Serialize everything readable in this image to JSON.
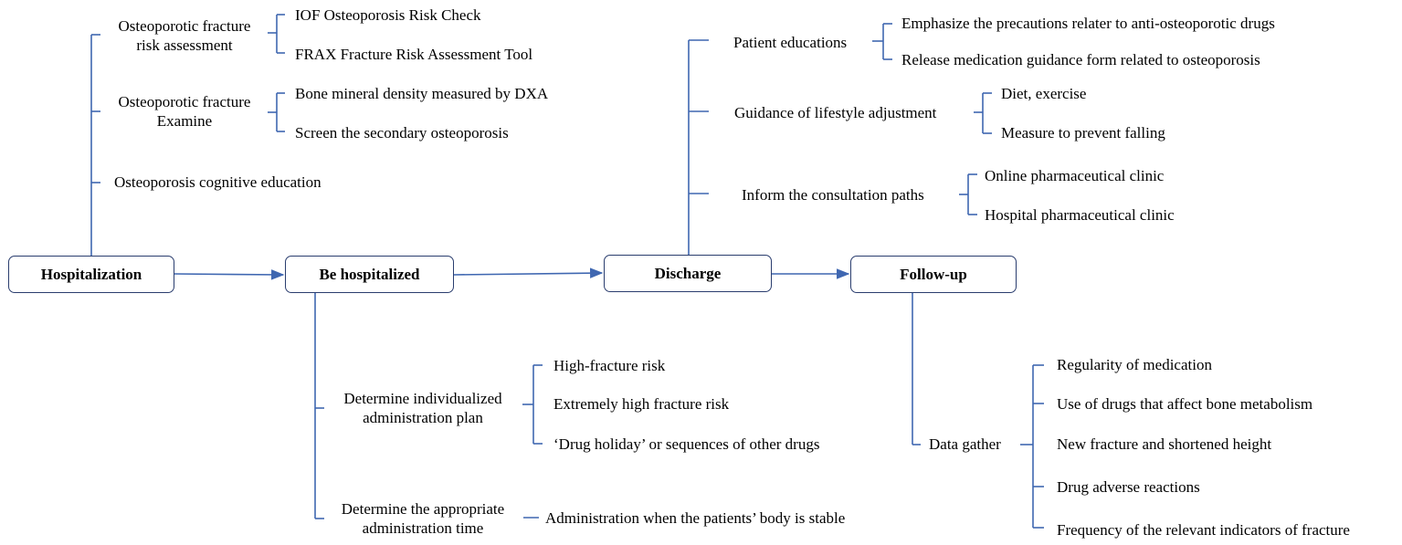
{
  "stages": {
    "hospitalization": "Hospitalization",
    "be_hospitalized": "Be hospitalized",
    "discharge": "Discharge",
    "follow_up": "Follow-up"
  },
  "hospitalization": {
    "risk_assessment": {
      "label_line1": "Osteoporotic fracture",
      "label_line2": "risk assessment",
      "items": [
        "IOF Osteoporosis Risk Check",
        "FRAX Fracture Risk Assessment Tool"
      ]
    },
    "examine": {
      "label_line1": "Osteoporotic fracture",
      "label_line2": "Examine",
      "items": [
        "Bone mineral density measured by DXA",
        "Screen the secondary osteoporosis"
      ]
    },
    "education": "Osteoporosis cognitive education"
  },
  "be_hospitalized": {
    "plan": {
      "label_line1": "Determine individualized",
      "label_line2": "administration plan",
      "items": [
        "High-fracture risk",
        "Extremely high fracture risk",
        "‘Drug holiday’ or sequences of other drugs"
      ]
    },
    "timing": {
      "label_line1": "Determine the appropriate",
      "label_line2": "administration time",
      "item": "Administration when the patients’ body is stable"
    }
  },
  "discharge": {
    "patient_educations": {
      "label": "Patient educations",
      "items": [
        "Emphasize the precautions relater to anti-osteoporotic drugs",
        "Release medication guidance form related to osteoporosis"
      ]
    },
    "lifestyle": {
      "label": "Guidance of lifestyle adjustment",
      "items": [
        "Diet, exercise",
        "Measure to prevent falling"
      ]
    },
    "consultation": {
      "label": "Inform the consultation paths",
      "items": [
        "Online pharmaceutical clinic",
        "Hospital pharmaceutical clinic"
      ]
    }
  },
  "follow_up": {
    "data_gather": {
      "label": "Data gather",
      "items": [
        "Regularity of medication",
        "Use of drugs that affect bone metabolism",
        "New fracture and shortened height",
        "Drug adverse reactions",
        "Frequency of the relevant indicators of fracture"
      ]
    }
  },
  "colors": {
    "connector": "#3f67b1",
    "box_border": "#2a3d6e"
  }
}
